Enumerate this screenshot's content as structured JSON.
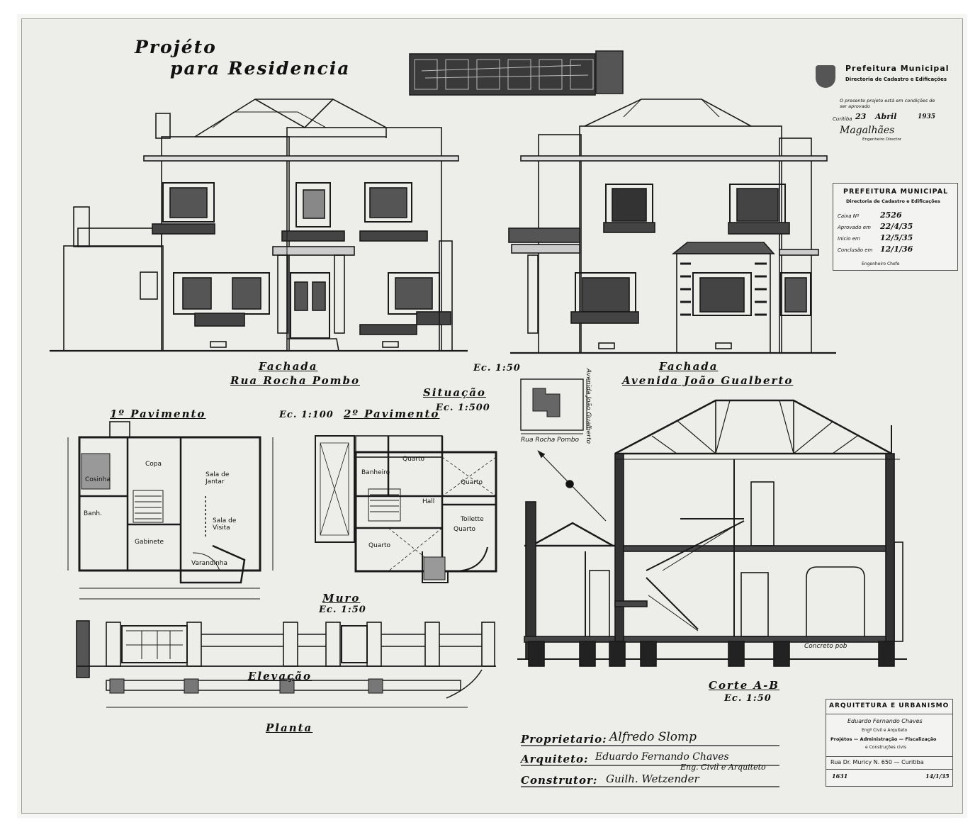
{
  "title": {
    "line1": "Projéto",
    "line2": "para Residencia"
  },
  "facade_left": {
    "title": "Fachada",
    "street": "Rua Rocha Pombo",
    "scale": "Ec. 1:50"
  },
  "facade_right": {
    "title": "Fachada",
    "street": "Avenida João Gualberto"
  },
  "plans": {
    "floor1": "1º Pavimento",
    "scale": "Ec. 1:100",
    "floor2": "2º Pavimento",
    "rooms_floor1": [
      "Copa",
      "Cosinha",
      "Sala de Jantar",
      "Sala de Visita",
      "Gabinete",
      "Varandinha",
      "Banh."
    ],
    "rooms_floor2": [
      "Quarto",
      "Quarto",
      "Quarto",
      "Toilette",
      "Quarto",
      "Banheiro",
      "Hall"
    ]
  },
  "situation": {
    "title": "Situação",
    "scale": "Ec. 1:500",
    "street_bottom": "Rua Rocha Pombo",
    "street_side": "Avenida João Gualberto"
  },
  "section": {
    "title": "Corte A-B",
    "scale": "Ec. 1:50",
    "note": "Concreto pob"
  },
  "wall": {
    "title": "Muro",
    "scale": "Ec. 1:50",
    "elevation": "Elevação",
    "plan": "Planta"
  },
  "prefeitura_top": {
    "title": "Prefeitura Municipal",
    "subtitle": "Directoria de Cadastro e Edificações",
    "text": "O presente projeto está em condições de ser aprovado",
    "date_prefix": "Curitiba",
    "date_day": "23",
    "date_month": "Abril",
    "date_year": "1935",
    "signature": "Magalhães",
    "role": "Engenheiro Director"
  },
  "prefeitura_box": {
    "title": "PREFEITURA MUNICIPAL",
    "subtitle": "Directoria de Cadastro e Edificações",
    "fields": [
      {
        "label": "Caixa Nº",
        "value": "2526"
      },
      {
        "label": "Aprovado em",
        "value": "22/4/35"
      },
      {
        "label": "Inicio em",
        "value": "12/5/35"
      },
      {
        "label": "Conclusão em",
        "value": "12/1/36"
      }
    ],
    "role": "Engenheiro Chefe"
  },
  "signatures": [
    {
      "label": "Proprietario:",
      "value": "Alfredo Slomp"
    },
    {
      "label": "Arquiteto:",
      "value": "Eduardo Fernando Chaves"
    },
    {
      "label": "",
      "value": "Eng. Civil e Arquiteto"
    },
    {
      "label": "Construtor:",
      "value": "Guilh. Wetzender"
    }
  ],
  "firm_stamp": {
    "title": "ARQUITETURA E URBANISMO",
    "name": "Eduardo Fernando Chaves",
    "credential": "Engº Civil e Arquiteto",
    "services": "Projétos — Administração — Fiscalização",
    "services2": "e Construções civis",
    "address": "Rua Dr. Muricy N. 650 — Curitiba",
    "number": "1631",
    "date": "14/1/35"
  },
  "colors": {
    "paper": "#ededea",
    "ink": "#111111",
    "stamp_dark": "#2a2a2a"
  }
}
